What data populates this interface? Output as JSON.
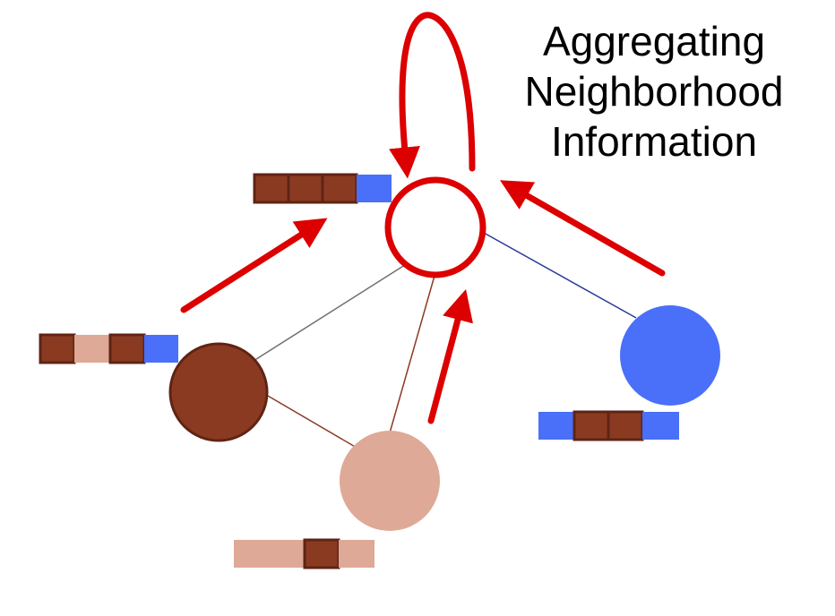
{
  "title_lines": [
    "Aggregating",
    "Neighborhood",
    "Information"
  ],
  "colors": {
    "arrow": "#dc0000",
    "dark_brown": "#8b3a22",
    "dark_brown_border": "#5e2414",
    "light_brown": "#dea996",
    "blue": "#4a6ff8",
    "edge_gray": "#6f6f6f",
    "edge_brown": "#8b3a22",
    "edge_blue": "#2a3a9a"
  },
  "nodes": [
    {
      "id": "target",
      "fill": "none",
      "style": "outlined-red"
    },
    {
      "id": "dark-brown",
      "fill": "dark_brown"
    },
    {
      "id": "light-brown",
      "fill": "light_brown"
    },
    {
      "id": "blue",
      "fill": "blue"
    }
  ],
  "feature_vectors": [
    {
      "node": "target",
      "cells": [
        "dark_brown",
        "dark_brown",
        "dark_brown",
        "blue"
      ]
    },
    {
      "node": "dark-brown",
      "cells": [
        "dark_brown",
        "light_brown",
        "dark_brown",
        "blue"
      ]
    },
    {
      "node": "blue",
      "cells": [
        "blue",
        "dark_brown",
        "dark_brown",
        "blue"
      ]
    },
    {
      "node": "light-brown",
      "cells": [
        "light_brown",
        "light_brown",
        "dark_brown",
        "light_brown"
      ]
    }
  ]
}
